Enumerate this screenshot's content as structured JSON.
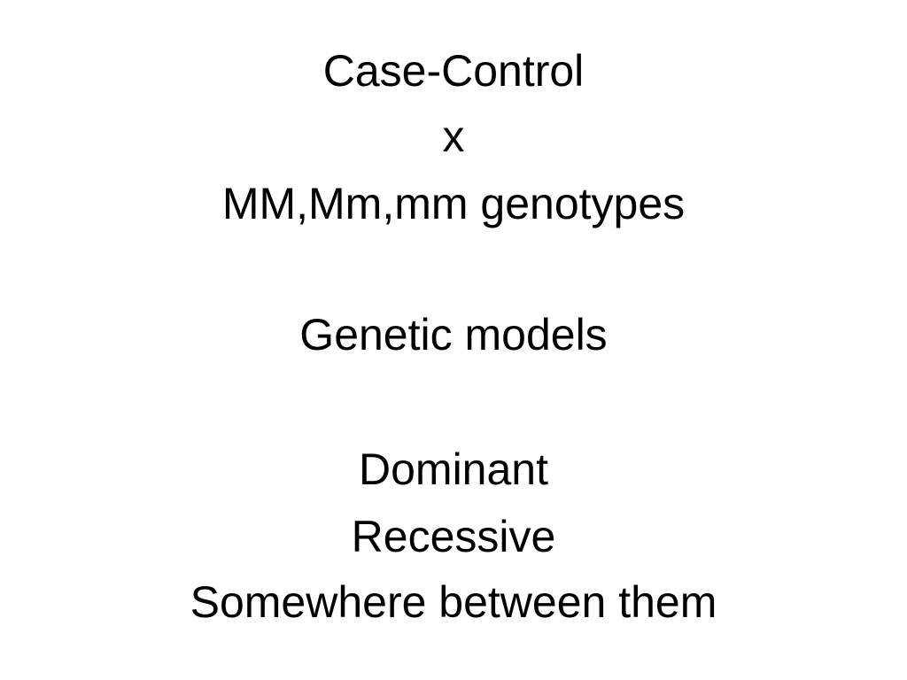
{
  "slide": {
    "title_lines": [
      "Case-Control",
      "x",
      "MM,Mm,mm genotypes"
    ],
    "section_heading": "Genetic models",
    "models": [
      "Dominant",
      "Recessive",
      "Somewhere between them"
    ]
  }
}
